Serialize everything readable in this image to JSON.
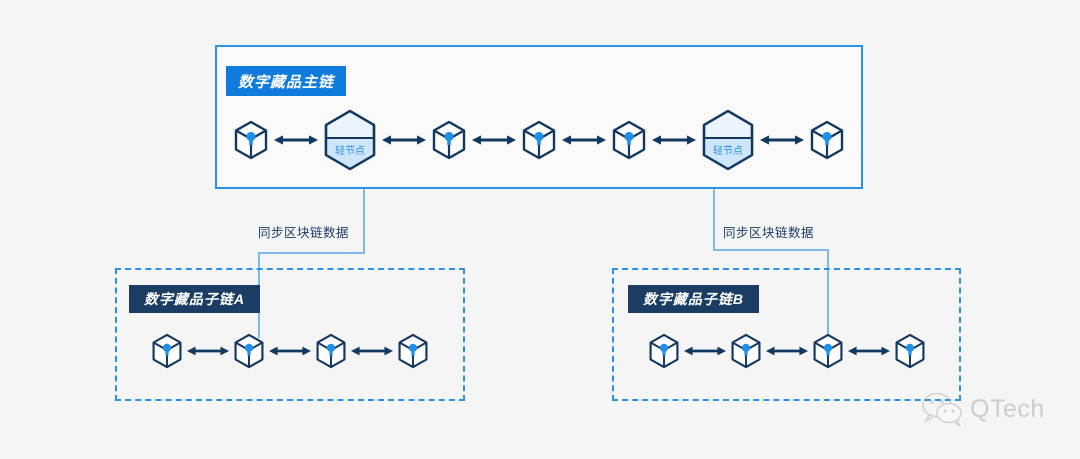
{
  "theme": {
    "background": "#f5f5f5",
    "accent_blue": "#0f7bdc",
    "border_blue": "#2a90e8",
    "dark_navy": "#1b3c63",
    "light_blue_line": "#7fb8ec",
    "hex_fill": "#cfe6fa",
    "cube_accent": "#1f8fe8"
  },
  "main_chain": {
    "title": "数字藏品主链",
    "nodes": [
      {
        "type": "cube",
        "label": ""
      },
      {
        "type": "hexagon",
        "label": "轻节点"
      },
      {
        "type": "cube",
        "label": ""
      },
      {
        "type": "cube",
        "label": ""
      },
      {
        "type": "cube",
        "label": ""
      },
      {
        "type": "hexagon",
        "label": "轻节点"
      },
      {
        "type": "cube",
        "label": ""
      }
    ],
    "connector_icon": "bidirectional-arrow"
  },
  "sub_chains": [
    {
      "id": "a",
      "title": "数字藏品子链A",
      "nodes": [
        {
          "type": "cube",
          "label": ""
        },
        {
          "type": "cube",
          "label": ""
        },
        {
          "type": "cube",
          "label": ""
        },
        {
          "type": "cube",
          "label": ""
        }
      ],
      "uplink_node_index": 1,
      "sync_label": "同步区块链数据"
    },
    {
      "id": "b",
      "title": "数字藏品子链B",
      "nodes": [
        {
          "type": "cube",
          "label": ""
        },
        {
          "type": "cube",
          "label": ""
        },
        {
          "type": "cube",
          "label": ""
        },
        {
          "type": "cube",
          "label": ""
        }
      ],
      "uplink_node_index": 2,
      "sync_label": "同步区块链数据"
    }
  ],
  "watermark": {
    "text": "QTech",
    "icon": "wechat-icon"
  }
}
